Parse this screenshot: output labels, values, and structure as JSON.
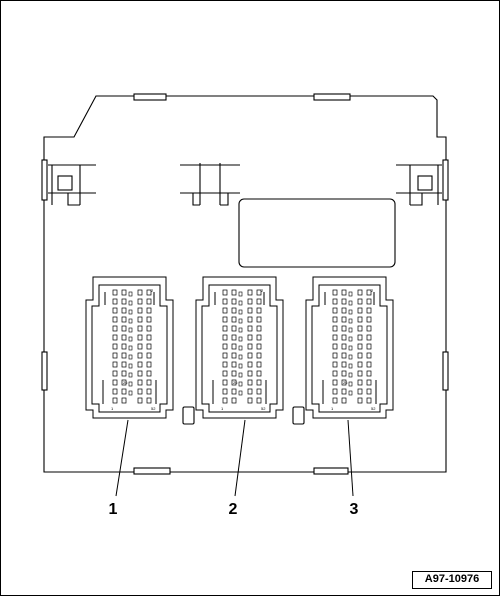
{
  "connectors": [
    {
      "label": "1",
      "pin_labels": [
        "1",
        "26",
        "2",
        "52"
      ]
    },
    {
      "label": "2",
      "pin_labels": [
        "1",
        "26",
        "2",
        "52"
      ]
    },
    {
      "label": "3",
      "pin_labels": [
        "1",
        "26",
        "2",
        "52"
      ]
    }
  ],
  "figure_ref": "A97-10976"
}
